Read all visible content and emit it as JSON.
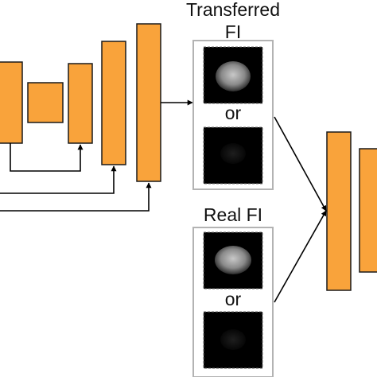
{
  "transferred_panel": {
    "title_line1": "Transferred",
    "title_line2": "FI",
    "separator": "or"
  },
  "real_panel": {
    "title": "Real FI",
    "separator": "or"
  },
  "colors": {
    "block_fill": "#F9A33B",
    "block_stroke": "#1a1a1a",
    "panel_border": "#b3b3b3",
    "arrow": "#000000",
    "image_bg": "#000000",
    "image_border": "#6a6a6a",
    "blob": "#8f8f8f"
  }
}
